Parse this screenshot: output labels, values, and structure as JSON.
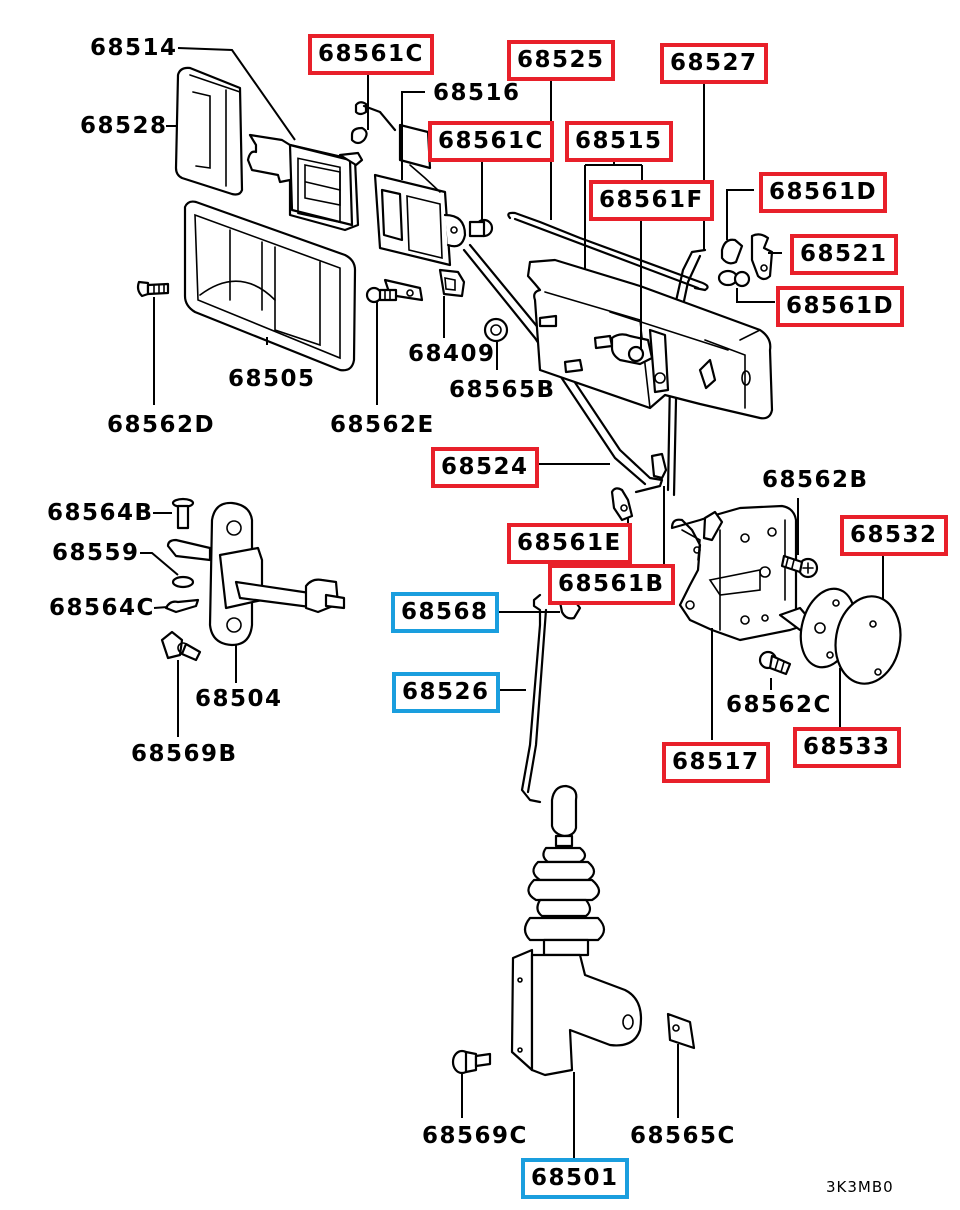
{
  "diagram": {
    "title": "Door lock assembly parts diagram",
    "highlight_colors": {
      "red": "#e8202a",
      "blue": "#1a9ede"
    },
    "drawing_code": "3K3MB0",
    "callouts": [
      {
        "id": "68514",
        "label": "68514",
        "highlight": "none"
      },
      {
        "id": "68528",
        "label": "68528",
        "highlight": "none"
      },
      {
        "id": "68561C_a",
        "label": "68561C",
        "highlight": "red"
      },
      {
        "id": "68516",
        "label": "68516",
        "highlight": "none"
      },
      {
        "id": "68561C_b",
        "label": "68561C",
        "highlight": "red"
      },
      {
        "id": "68525",
        "label": "68525",
        "highlight": "red"
      },
      {
        "id": "68527",
        "label": "68527",
        "highlight": "red"
      },
      {
        "id": "68515",
        "label": "68515",
        "highlight": "red"
      },
      {
        "id": "68561F",
        "label": "68561F",
        "highlight": "red"
      },
      {
        "id": "68561D_a",
        "label": "68561D",
        "highlight": "red"
      },
      {
        "id": "68521",
        "label": "68521",
        "highlight": "red"
      },
      {
        "id": "68561D_b",
        "label": "68561D",
        "highlight": "red"
      },
      {
        "id": "68505",
        "label": "68505",
        "highlight": "none"
      },
      {
        "id": "68562D",
        "label": "68562D",
        "highlight": "none"
      },
      {
        "id": "68562E",
        "label": "68562E",
        "highlight": "none"
      },
      {
        "id": "68409",
        "label": "68409",
        "highlight": "none"
      },
      {
        "id": "68565B",
        "label": "68565B",
        "highlight": "none"
      },
      {
        "id": "68524",
        "label": "68524",
        "highlight": "red"
      },
      {
        "id": "68564B",
        "label": "68564B",
        "highlight": "none"
      },
      {
        "id": "68559",
        "label": "68559",
        "highlight": "none"
      },
      {
        "id": "68564C",
        "label": "68564C",
        "highlight": "none"
      },
      {
        "id": "68504",
        "label": "68504",
        "highlight": "none"
      },
      {
        "id": "68569B",
        "label": "68569B",
        "highlight": "none"
      },
      {
        "id": "68561E",
        "label": "68561E",
        "highlight": "red"
      },
      {
        "id": "68561B",
        "label": "68561B",
        "highlight": "red"
      },
      {
        "id": "68568",
        "label": "68568",
        "highlight": "blue"
      },
      {
        "id": "68526",
        "label": "68526",
        "highlight": "blue"
      },
      {
        "id": "68562B",
        "label": "68562B",
        "highlight": "none"
      },
      {
        "id": "68532",
        "label": "68532",
        "highlight": "red"
      },
      {
        "id": "68562C",
        "label": "68562C",
        "highlight": "none"
      },
      {
        "id": "68517",
        "label": "68517",
        "highlight": "red"
      },
      {
        "id": "68533",
        "label": "68533",
        "highlight": "red"
      },
      {
        "id": "68569C",
        "label": "68569C",
        "highlight": "none"
      },
      {
        "id": "68565C",
        "label": "68565C",
        "highlight": "none"
      },
      {
        "id": "68501",
        "label": "68501",
        "highlight": "blue"
      }
    ]
  }
}
